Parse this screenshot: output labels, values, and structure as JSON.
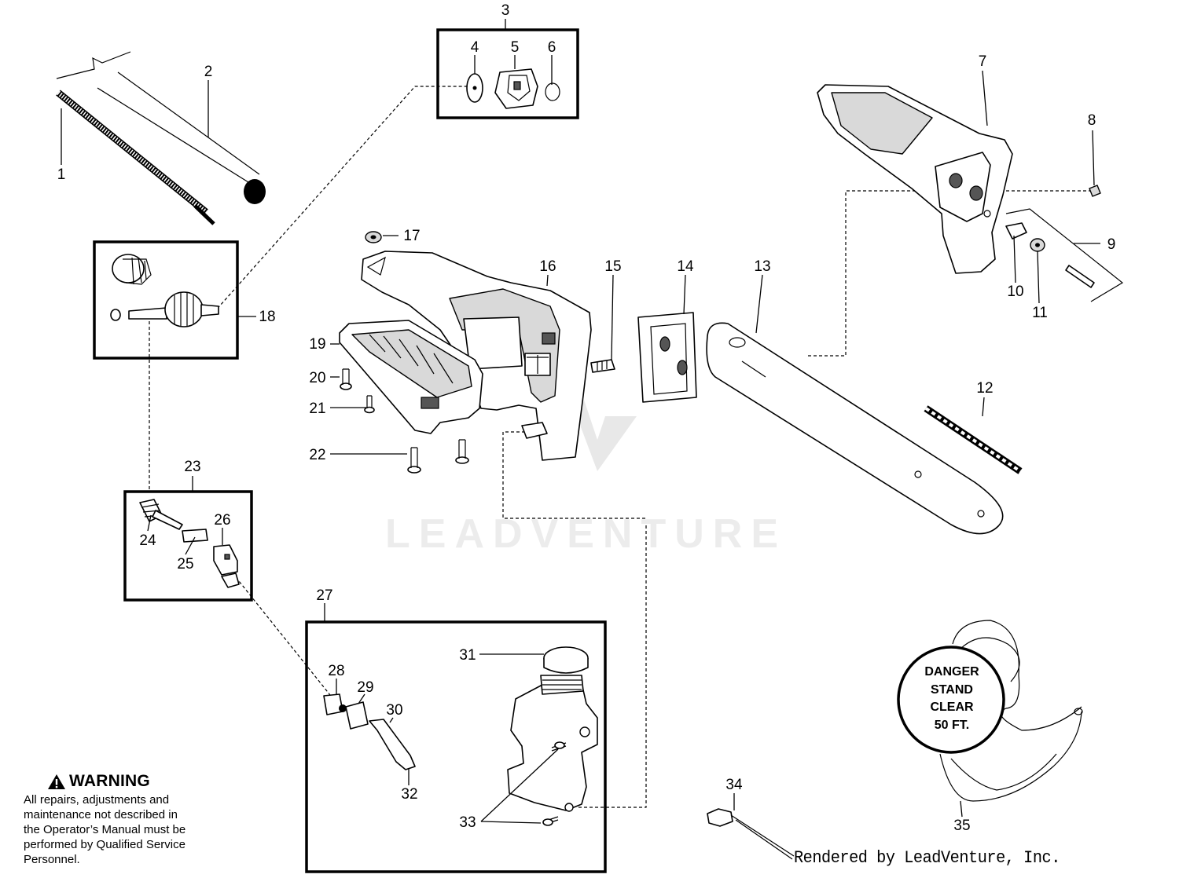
{
  "callouts": [
    "1",
    "2",
    "3",
    "4",
    "5",
    "6",
    "7",
    "8",
    "9",
    "10",
    "11",
    "12",
    "13",
    "14",
    "15",
    "16",
    "17",
    "18",
    "19",
    "20",
    "21",
    "22",
    "23",
    "24",
    "25",
    "26",
    "27",
    "28",
    "29",
    "30",
    "31",
    "32",
    "33",
    "34",
    "35"
  ],
  "warning": {
    "title": "WARNING",
    "lines": [
      "All repairs, adjustments and",
      "maintenance not described in",
      "the Operator’s Manual must be",
      "performed by Qualified Service",
      "Personnel."
    ]
  },
  "sign": {
    "lines": [
      "DANGER",
      "STAND",
      "CLEAR",
      "50 FT."
    ]
  },
  "watermark": "LEADVENTURE",
  "credit": "Rendered by LeadVenture, Inc."
}
